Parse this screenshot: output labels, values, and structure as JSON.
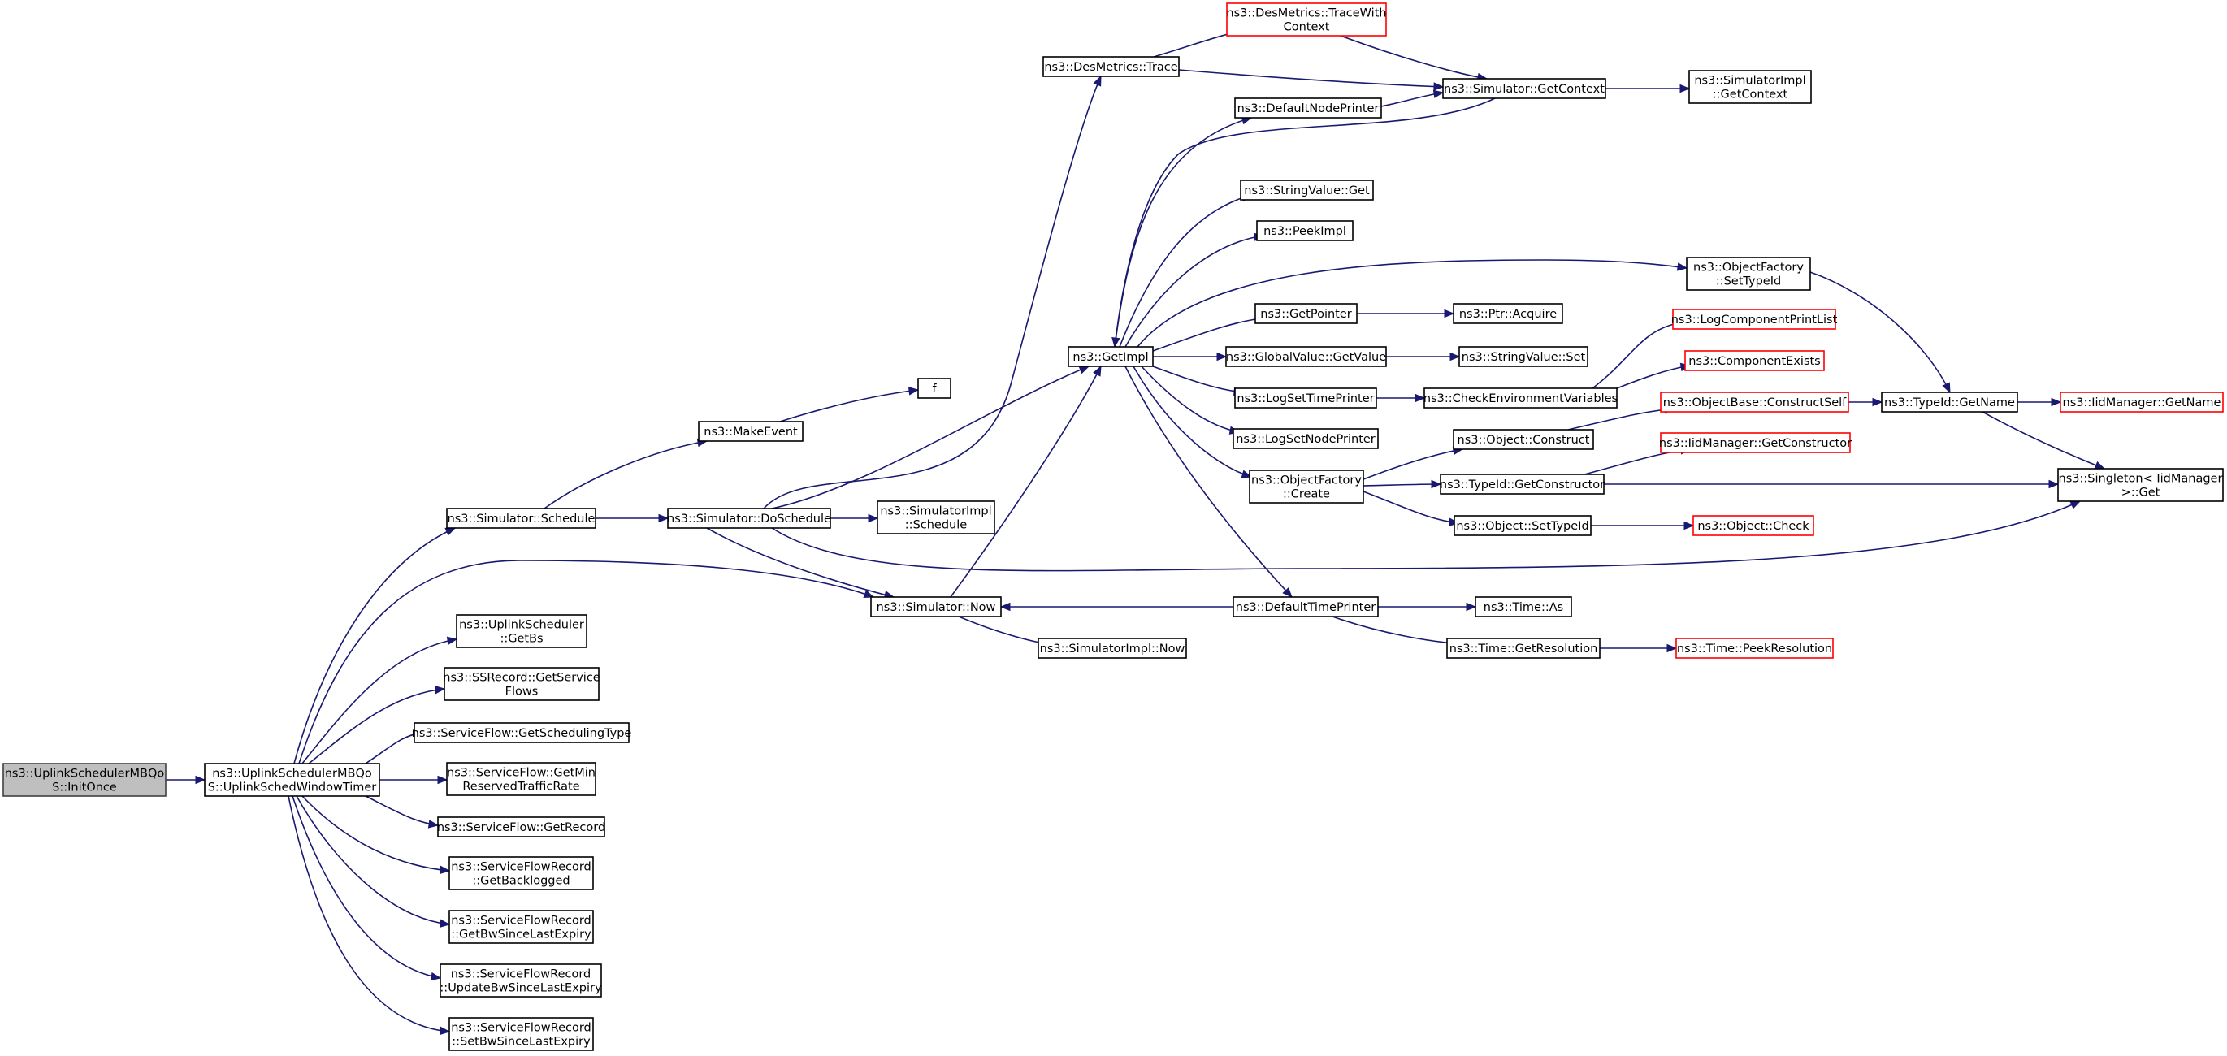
{
  "colors": {
    "edge": "#191970",
    "node_border": "#000000",
    "missing_border": "#ff0000",
    "root_fill": "#bfbfbf"
  },
  "nodes": [
    {
      "id": "init",
      "lines": [
        "ns3::UplinkSchedulerMBQo",
        "S::InitOnce"
      ],
      "style": "root"
    },
    {
      "id": "uswt",
      "lines": [
        "ns3::UplinkSchedulerMBQo",
        "S::UplinkSchedWindowTimer"
      ]
    },
    {
      "id": "sim_schedule",
      "lines": [
        "ns3::Simulator::Schedule"
      ]
    },
    {
      "id": "getbs",
      "lines": [
        "ns3::UplinkScheduler",
        "::GetBs"
      ]
    },
    {
      "id": "getserviceflows",
      "lines": [
        "ns3::SSRecord::GetService",
        "Flows"
      ]
    },
    {
      "id": "getschedtype",
      "lines": [
        "ns3::ServiceFlow::GetSchedulingType"
      ]
    },
    {
      "id": "getminrtr",
      "lines": [
        "ns3::ServiceFlow::GetMin",
        "ReservedTrafficRate"
      ]
    },
    {
      "id": "getrecord",
      "lines": [
        "ns3::ServiceFlow::GetRecord"
      ]
    },
    {
      "id": "getbacklogged",
      "lines": [
        "ns3::ServiceFlowRecord",
        "::GetBacklogged"
      ]
    },
    {
      "id": "getbwsle",
      "lines": [
        "ns3::ServiceFlowRecord",
        "::GetBwSinceLastExpiry"
      ]
    },
    {
      "id": "updbwsle",
      "lines": [
        "ns3::ServiceFlowRecord",
        "::UpdateBwSinceLastExpiry"
      ]
    },
    {
      "id": "setbwsle",
      "lines": [
        "ns3::ServiceFlowRecord",
        "::SetBwSinceLastExpiry"
      ]
    },
    {
      "id": "makeevent",
      "lines": [
        "ns3::MakeEvent"
      ]
    },
    {
      "id": "doschedule",
      "lines": [
        "ns3::Simulator::DoSchedule"
      ]
    },
    {
      "id": "f",
      "lines": [
        "f"
      ]
    },
    {
      "id": "desm_trace",
      "lines": [
        "ns3::DesMetrics::Trace"
      ]
    },
    {
      "id": "getimpl",
      "lines": [
        "ns3::GetImpl"
      ]
    },
    {
      "id": "simimpl_schedule",
      "lines": [
        "ns3::SimulatorImpl",
        "::Schedule"
      ]
    },
    {
      "id": "sim_now",
      "lines": [
        "ns3::Simulator::Now"
      ]
    },
    {
      "id": "singleton_get",
      "lines": [
        "ns3::Singleton< IidManager",
        " >::Get"
      ]
    },
    {
      "id": "tracewithctx",
      "lines": [
        "ns3::DesMetrics::TraceWith",
        "Context"
      ],
      "style": "red"
    },
    {
      "id": "sim_getcontext",
      "lines": [
        "ns3::Simulator::GetContext"
      ]
    },
    {
      "id": "simimpl_getcontext",
      "lines": [
        "ns3::SimulatorImpl",
        "::GetContext"
      ]
    },
    {
      "id": "defnodeprinter",
      "lines": [
        "ns3::DefaultNodePrinter"
      ]
    },
    {
      "id": "stringvalue_get",
      "lines": [
        "ns3::StringValue::Get"
      ]
    },
    {
      "id": "peekimpl",
      "lines": [
        "ns3::PeekImpl"
      ]
    },
    {
      "id": "of_settypeid",
      "lines": [
        "ns3::ObjectFactory",
        "::SetTypeId"
      ]
    },
    {
      "id": "getpointer",
      "lines": [
        "ns3::GetPointer"
      ]
    },
    {
      "id": "gv_getvalue",
      "lines": [
        "ns3::GlobalValue::GetValue"
      ]
    },
    {
      "id": "logsettimeprinter",
      "lines": [
        "ns3::LogSetTimePrinter"
      ]
    },
    {
      "id": "logsetnodeprinter",
      "lines": [
        "ns3::LogSetNodePrinter"
      ]
    },
    {
      "id": "of_create",
      "lines": [
        "ns3::ObjectFactory",
        "::Create"
      ]
    },
    {
      "id": "deftimeprinter",
      "lines": [
        "ns3::DefaultTimePrinter"
      ]
    },
    {
      "id": "simimpl_now",
      "lines": [
        "ns3::SimulatorImpl::Now"
      ]
    },
    {
      "id": "ptr_acquire",
      "lines": [
        "ns3::Ptr::Acquire"
      ]
    },
    {
      "id": "sv_set",
      "lines": [
        "ns3::StringValue::Set"
      ]
    },
    {
      "id": "checkenv",
      "lines": [
        "ns3::CheckEnvironmentVariables"
      ]
    },
    {
      "id": "obj_construct",
      "lines": [
        "ns3::Object::Construct"
      ]
    },
    {
      "id": "tid_getconstructor",
      "lines": [
        "ns3::TypeId::GetConstructor"
      ]
    },
    {
      "id": "obj_settypeid",
      "lines": [
        "ns3::Object::SetTypeId"
      ]
    },
    {
      "id": "time_as",
      "lines": [
        "ns3::Time::As"
      ]
    },
    {
      "id": "time_getres",
      "lines": [
        "ns3::Time::GetResolution"
      ]
    },
    {
      "id": "logcompprintlist",
      "lines": [
        "ns3::LogComponentPrintList"
      ],
      "style": "red"
    },
    {
      "id": "compexists",
      "lines": [
        "ns3::ComponentExists"
      ],
      "style": "red"
    },
    {
      "id": "ob_constructself",
      "lines": [
        "ns3::ObjectBase::ConstructSelf"
      ],
      "style": "red"
    },
    {
      "id": "iid_getconstructor",
      "lines": [
        "ns3::IidManager::GetConstructor"
      ],
      "style": "red"
    },
    {
      "id": "obj_check",
      "lines": [
        "ns3::Object::Check"
      ],
      "style": "red"
    },
    {
      "id": "time_peekres",
      "lines": [
        "ns3::Time::PeekResolution"
      ],
      "style": "red"
    },
    {
      "id": "tid_getname",
      "lines": [
        "ns3::TypeId::GetName"
      ]
    },
    {
      "id": "iid_getname",
      "lines": [
        "ns3::IidManager::GetName"
      ],
      "style": "red"
    }
  ],
  "edges": [
    [
      "init",
      "uswt"
    ],
    [
      "uswt",
      "sim_schedule"
    ],
    [
      "uswt",
      "sim_now"
    ],
    [
      "uswt",
      "getbs"
    ],
    [
      "uswt",
      "getserviceflows"
    ],
    [
      "uswt",
      "getschedtype"
    ],
    [
      "uswt",
      "getminrtr"
    ],
    [
      "uswt",
      "getrecord"
    ],
    [
      "uswt",
      "getbacklogged"
    ],
    [
      "uswt",
      "getbwsle"
    ],
    [
      "uswt",
      "updbwsle"
    ],
    [
      "uswt",
      "setbwsle"
    ],
    [
      "sim_schedule",
      "makeevent"
    ],
    [
      "sim_schedule",
      "doschedule"
    ],
    [
      "makeevent",
      "f"
    ],
    [
      "doschedule",
      "desm_trace"
    ],
    [
      "doschedule",
      "getimpl"
    ],
    [
      "doschedule",
      "simimpl_schedule"
    ],
    [
      "doschedule",
      "sim_now"
    ],
    [
      "doschedule",
      "singleton_get"
    ],
    [
      "desm_trace",
      "tracewithctx"
    ],
    [
      "desm_trace",
      "sim_getcontext"
    ],
    [
      "tracewithctx",
      "sim_getcontext"
    ],
    [
      "sim_getcontext",
      "simimpl_getcontext"
    ],
    [
      "sim_getcontext",
      "getimpl"
    ],
    [
      "sim_now",
      "getimpl"
    ],
    [
      "sim_now",
      "simimpl_now"
    ],
    [
      "getimpl",
      "defnodeprinter"
    ],
    [
      "getimpl",
      "stringvalue_get"
    ],
    [
      "getimpl",
      "peekimpl"
    ],
    [
      "getimpl",
      "of_settypeid"
    ],
    [
      "getimpl",
      "getpointer"
    ],
    [
      "getimpl",
      "gv_getvalue"
    ],
    [
      "getimpl",
      "logsettimeprinter"
    ],
    [
      "getimpl",
      "logsetnodeprinter"
    ],
    [
      "getimpl",
      "of_create"
    ],
    [
      "getimpl",
      "deftimeprinter"
    ],
    [
      "defnodeprinter",
      "sim_getcontext"
    ],
    [
      "of_settypeid",
      "tid_getname"
    ],
    [
      "getpointer",
      "ptr_acquire"
    ],
    [
      "gv_getvalue",
      "sv_set"
    ],
    [
      "logsettimeprinter",
      "checkenv"
    ],
    [
      "checkenv",
      "logcompprintlist"
    ],
    [
      "checkenv",
      "compexists"
    ],
    [
      "of_create",
      "obj_construct"
    ],
    [
      "of_create",
      "tid_getconstructor"
    ],
    [
      "of_create",
      "obj_settypeid"
    ],
    [
      "obj_construct",
      "ob_constructself"
    ],
    [
      "tid_getconstructor",
      "iid_getconstructor"
    ],
    [
      "tid_getconstructor",
      "singleton_get"
    ],
    [
      "obj_settypeid",
      "obj_check"
    ],
    [
      "ob_constructself",
      "tid_getname"
    ],
    [
      "tid_getname",
      "iid_getname"
    ],
    [
      "tid_getname",
      "singleton_get"
    ],
    [
      "deftimeprinter",
      "sim_now"
    ],
    [
      "deftimeprinter",
      "time_as"
    ],
    [
      "deftimeprinter",
      "time_getres"
    ],
    [
      "time_getres",
      "time_peekres"
    ]
  ]
}
